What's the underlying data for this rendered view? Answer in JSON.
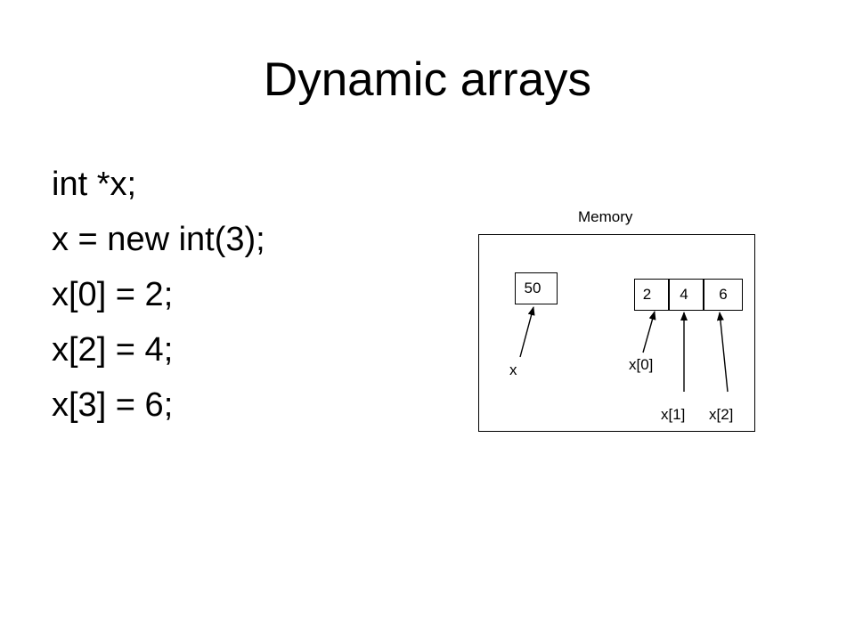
{
  "slide": {
    "title": "Dynamic arrays",
    "code_lines": [
      "int *x;",
      "x = new int(3);",
      "x[0] = 2;",
      "x[2] = 4;",
      "x[3] = 6;"
    ]
  },
  "diagram": {
    "memory_label": "Memory",
    "pointer_cell": {
      "value": "50",
      "label": "x"
    },
    "array_cells": [
      {
        "value": "2",
        "label": "x[0]"
      },
      {
        "value": "4",
        "label": "x[1]"
      },
      {
        "value": "6",
        "label": "x[2]"
      }
    ]
  }
}
